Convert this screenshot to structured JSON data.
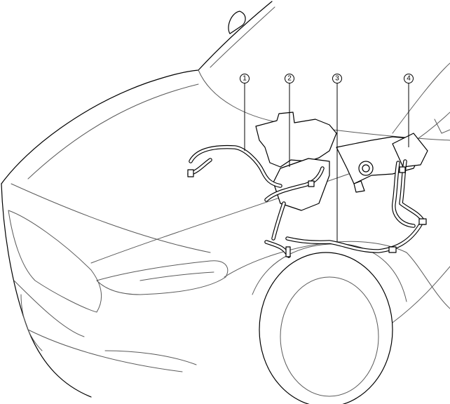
{
  "callouts": [
    {
      "id": "callout-1",
      "label": "1"
    },
    {
      "id": "callout-2",
      "label": "2"
    },
    {
      "id": "callout-3",
      "label": "3"
    },
    {
      "id": "callout-4",
      "label": "4"
    }
  ]
}
